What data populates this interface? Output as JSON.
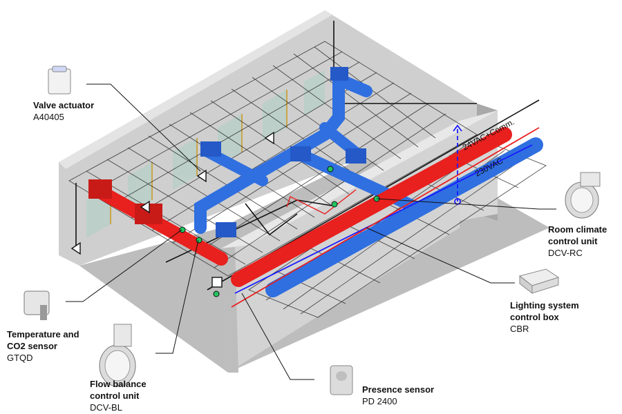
{
  "wire_labels": {
    "comm": "24VAC+Comm.",
    "power": "230VAC"
  },
  "components": [
    {
      "id": "valve-actuator",
      "name": "Valve actuator",
      "code": "A40405"
    },
    {
      "id": "temperature-co2-sensor",
      "name": "Temperature and CO2 sensor",
      "code": "GTQD"
    },
    {
      "id": "flow-balance-control-unit",
      "name": "Flow balance control unit",
      "code": "DCV-BL"
    },
    {
      "id": "presence-sensor",
      "name": "Presence sensor",
      "code": "PD 2400"
    },
    {
      "id": "room-climate-control-unit",
      "name": "Room climate control unit",
      "code": "DCV-RC"
    },
    {
      "id": "lighting-system-control-box",
      "name": "Lighting system control box",
      "code": "CBR"
    }
  ],
  "colors": {
    "supply_duct": "#e8201e",
    "exhaust_duct": "#2f6fe0",
    "comm_wire": "#1a1aff",
    "power_wire": "#e82020",
    "wall": "#c8c8c8",
    "floor": "#b9b9b9"
  }
}
